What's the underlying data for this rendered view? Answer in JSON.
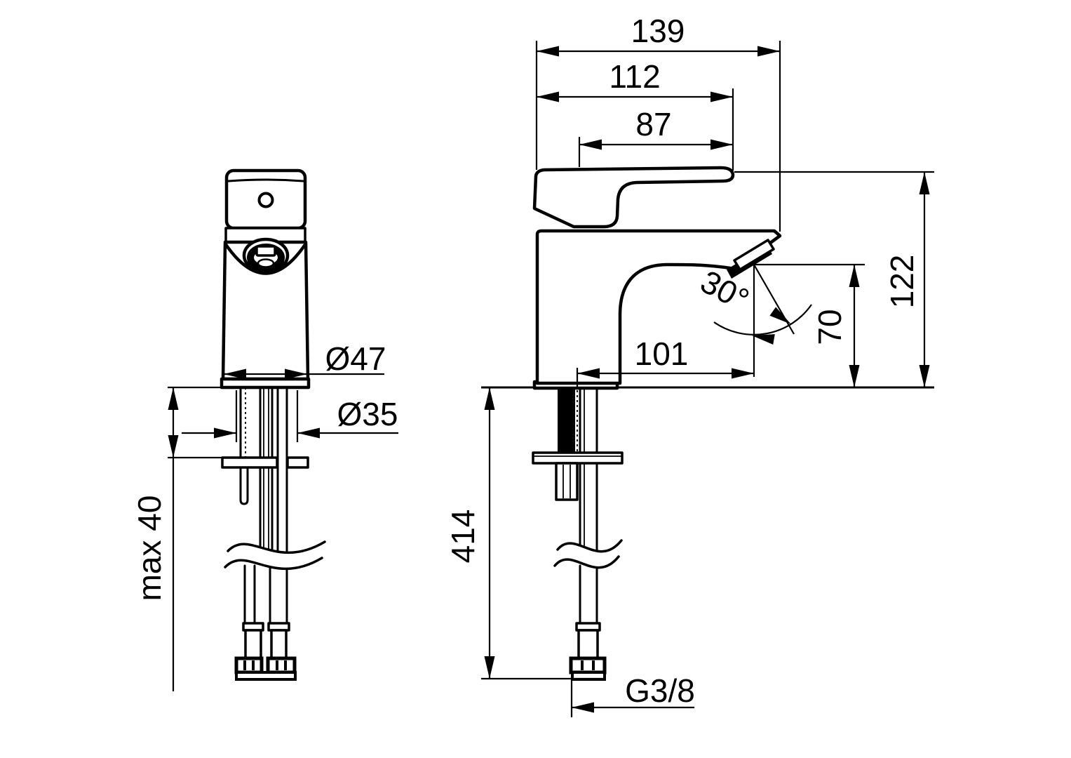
{
  "front_view": {
    "labels": {
      "spout_diameter": "Ø47",
      "mounting_hole_diameter": "Ø35",
      "max_deck_thickness": "max 40"
    }
  },
  "side_view": {
    "labels": {
      "total_depth": "139",
      "body_depth": "112",
      "lever_length": "87",
      "total_height": "122",
      "spout_angle": "30°",
      "spout_outlet_height": "70",
      "spout_reach": "101",
      "hose_length": "414",
      "connection_thread": "G3/8"
    }
  },
  "colors": {
    "line": "#000000",
    "background": "#ffffff"
  }
}
